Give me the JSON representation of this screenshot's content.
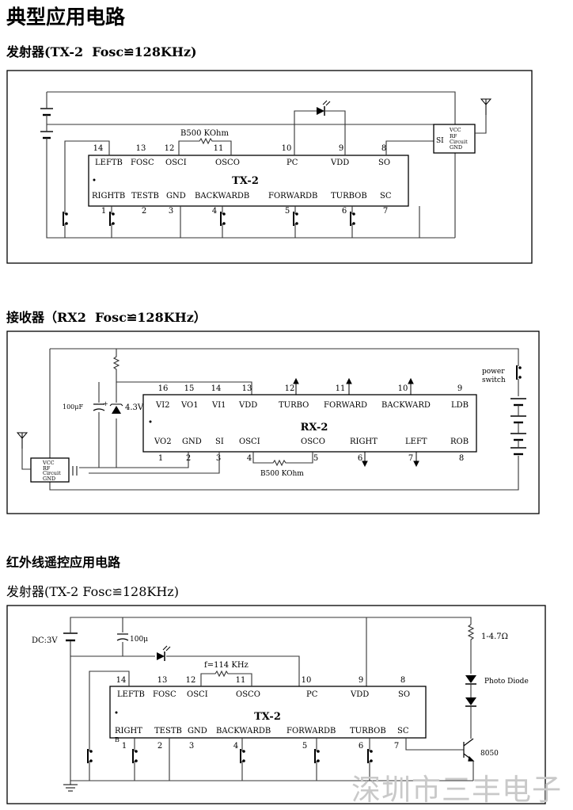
{
  "title": "典型应用电路",
  "sections": {
    "tx": {
      "heading": "发射器(TX-2  Fosc≌128KHz)",
      "chip": "TX-2",
      "resistor": "B500 KOhm",
      "top_pins": [
        {
          "num": "14",
          "name": "LEFTB"
        },
        {
          "num": "13",
          "name": "FOSC"
        },
        {
          "num": "12",
          "name": "OSCI"
        },
        {
          "num": "11",
          "name": "OSCO"
        },
        {
          "num": "10",
          "name": "PC"
        },
        {
          "num": "9",
          "name": "VDD"
        },
        {
          "num": "8",
          "name": "SO"
        }
      ],
      "bottom_pins": [
        {
          "num": "1",
          "name": "RIGHTB"
        },
        {
          "num": "2",
          "name": "TESTB"
        },
        {
          "num": "3",
          "name": "GND"
        },
        {
          "num": "4",
          "name": "BACKWARDB"
        },
        {
          "num": "5",
          "name": "FORWARDB"
        },
        {
          "num": "6",
          "name": "TURBOB"
        },
        {
          "num": "7",
          "name": "SC"
        }
      ],
      "rf_block": [
        "VCC",
        "RF",
        "Circuit",
        "GND"
      ],
      "rf_in": "SI"
    },
    "rx": {
      "heading": "接收器（RX2  Fosc≌128KHz）",
      "chip": "RX-2",
      "resistor": "B500 KOhm",
      "cap": "100μF",
      "zener": "4.3V",
      "power_switch": [
        "power",
        "switch"
      ],
      "top_pins": [
        {
          "num": "16",
          "name": "VI2"
        },
        {
          "num": "15",
          "name": "VO1"
        },
        {
          "num": "14",
          "name": "VI1"
        },
        {
          "num": "13",
          "name": "VDD"
        },
        {
          "num": "12",
          "name": "TURBO"
        },
        {
          "num": "11",
          "name": "FORWARD"
        },
        {
          "num": "10",
          "name": "BACKWARD"
        },
        {
          "num": "9",
          "name": "LDB"
        }
      ],
      "bottom_pins": [
        {
          "num": "1",
          "name": "VO2"
        },
        {
          "num": "2",
          "name": "GND"
        },
        {
          "num": "3",
          "name": "SI"
        },
        {
          "num": "4",
          "name": "OSCI"
        },
        {
          "num": "5",
          "name": "OSCO"
        },
        {
          "num": "6",
          "name": "RIGHT"
        },
        {
          "num": "7",
          "name": "LEFT"
        },
        {
          "num": "8",
          "name": "ROB"
        }
      ],
      "rf_block": [
        "VCC",
        "RF",
        "Circuit",
        "GND"
      ]
    },
    "ir": {
      "heading": "红外线遥控应用电路",
      "subheading": "发射器(TX-2 Fosc≌128KHz)",
      "chip": "TX-2",
      "supply": "DC:3V",
      "cap": "100μ",
      "resistor": "f=114 KHz",
      "led_res": "1-4.7Ω",
      "diode": "Photo Diode",
      "transistor": "8050",
      "top_pins": [
        {
          "num": "14",
          "name": "LEFTB"
        },
        {
          "num": "13",
          "name": "FOSC"
        },
        {
          "num": "12",
          "name": "OSCI"
        },
        {
          "num": "11",
          "name": "OSCO"
        },
        {
          "num": "10",
          "name": "PC"
        },
        {
          "num": "9",
          "name": "VDD"
        },
        {
          "num": "8",
          "name": "SO"
        }
      ],
      "bottom_pins": [
        {
          "num": "1",
          "name": "RIGHT"
        },
        {
          "num": "2",
          "name": "TESTB"
        },
        {
          "num": "3",
          "name": "GND"
        },
        {
          "num": "4",
          "name": "BACKWARDB"
        },
        {
          "num": "5",
          "name": "FORWARDB"
        },
        {
          "num": "6",
          "name": "TURBOB"
        },
        {
          "num": "7",
          "name": "SC"
        }
      ],
      "right_suffix": "B"
    }
  },
  "watermark": "深圳市三丰电子"
}
